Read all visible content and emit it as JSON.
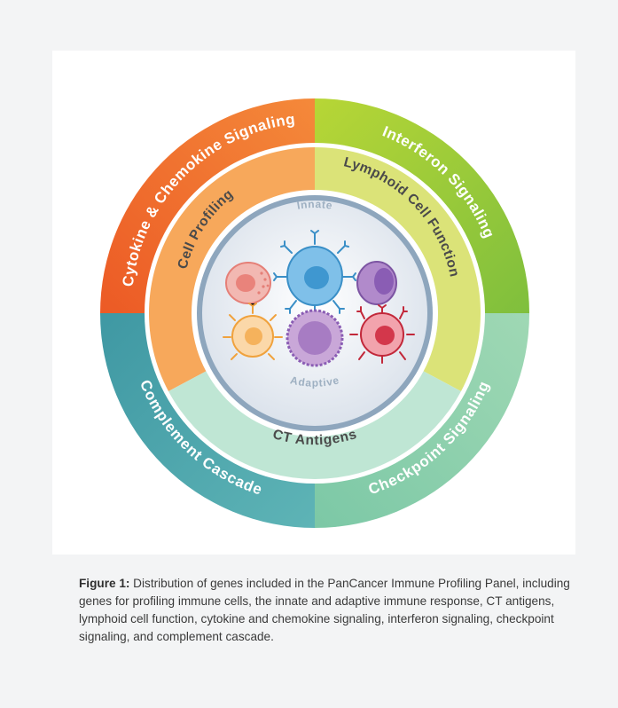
{
  "outer_ring": {
    "cytokine": "Cytokine & Chemokine Signaling",
    "interferon": "Interferon Signaling",
    "complement": "Complement Cascade",
    "checkpoint": "Checkpoint Signaling"
  },
  "middle_ring": {
    "cell_profiling": "Cell Profiling",
    "lymphoid": "Lymphoid Cell Function",
    "ct_antigens": "CT Antigens"
  },
  "center": {
    "innate": "Innate",
    "adaptive": "Adaptive"
  },
  "caption": {
    "label": "Figure 1:",
    "text": " Distribution of genes included in the PanCancer Immune Profiling Panel, including genes for profiling immune cells, the innate and adaptive immune response, CT antigens, lymphoid cell function, cytokine and chemokine signaling, interferon signaling, checkpoint signaling, and complement cascade."
  },
  "colors": {
    "cytokine": "#ee6a2c",
    "interferon": "#8cc63e",
    "complement": "#4aa3ab",
    "checkpoint": "#8ed0ad",
    "cell_profiling": "#f7a85b",
    "lymphoid": "#dbe378",
    "ct_antigens": "#bfe6d4"
  }
}
